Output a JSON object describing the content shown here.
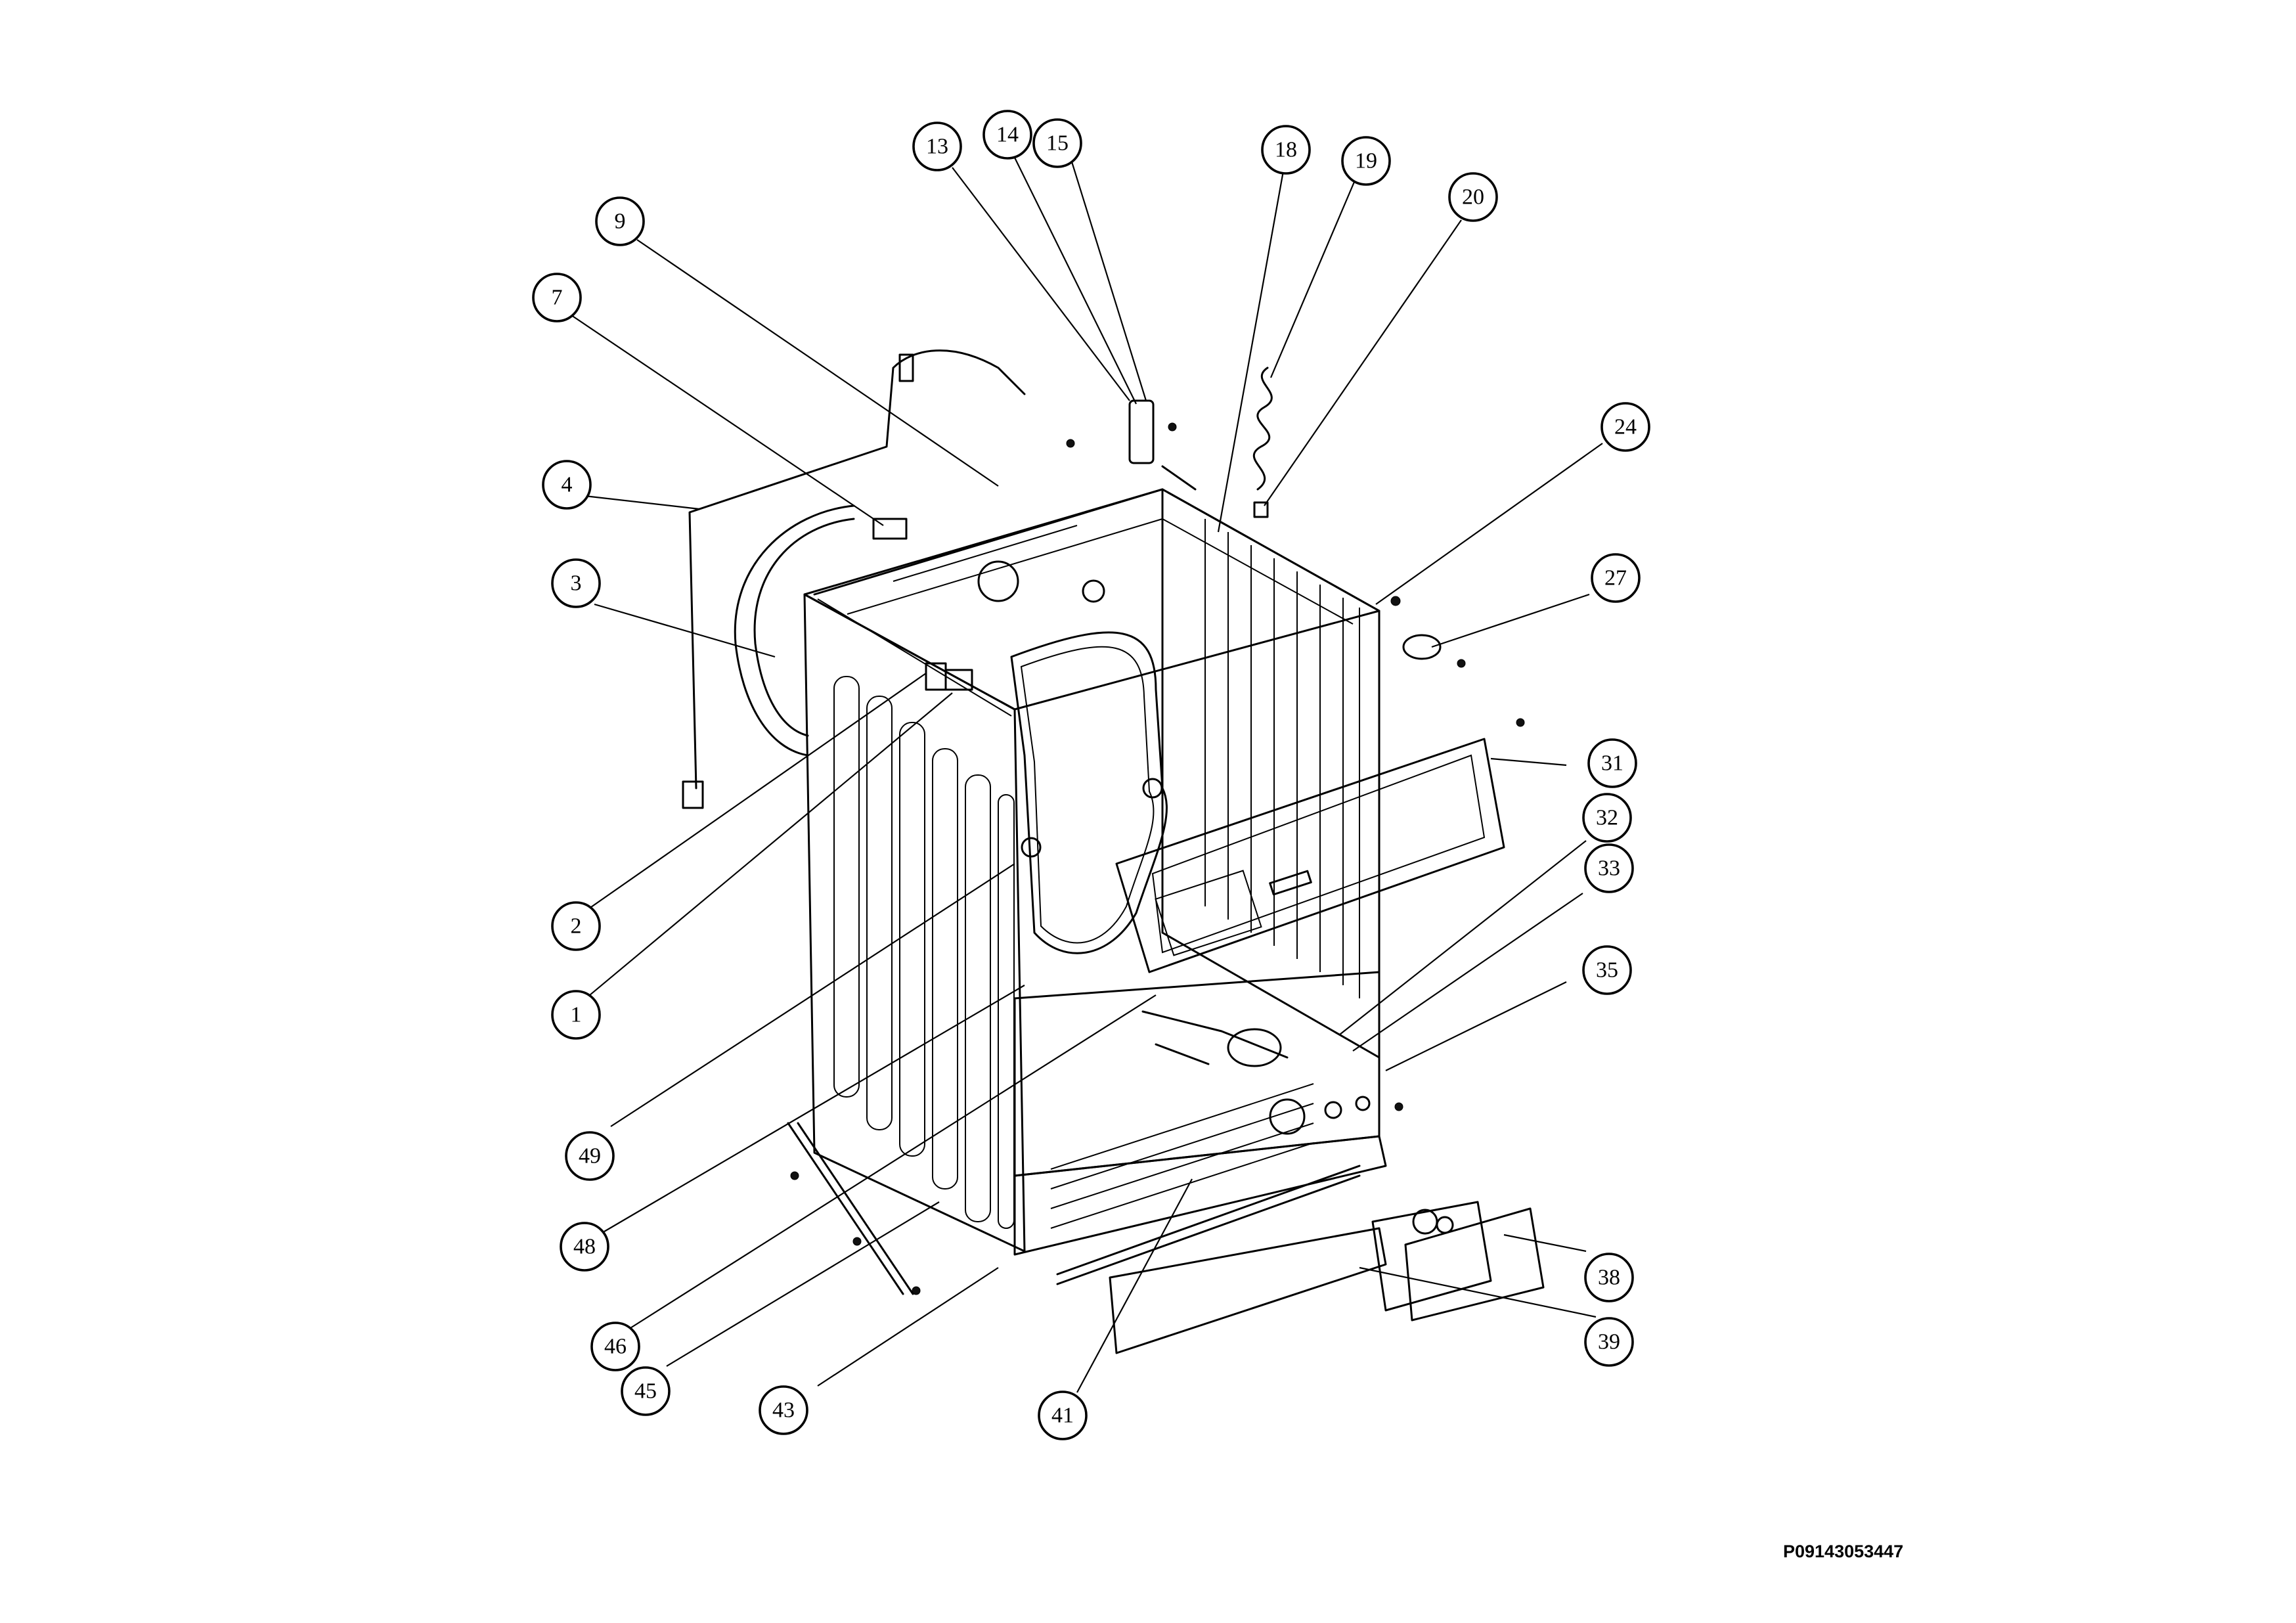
{
  "diagram": {
    "document_code": "P09143053447",
    "part_labels": [
      "1",
      "2",
      "3",
      "4",
      "7",
      "9",
      "13",
      "14",
      "15",
      "18",
      "19",
      "20",
      "24",
      "27",
      "31",
      "32",
      "33",
      "35",
      "38",
      "39",
      "41",
      "43",
      "45",
      "46",
      "48",
      "49"
    ]
  }
}
